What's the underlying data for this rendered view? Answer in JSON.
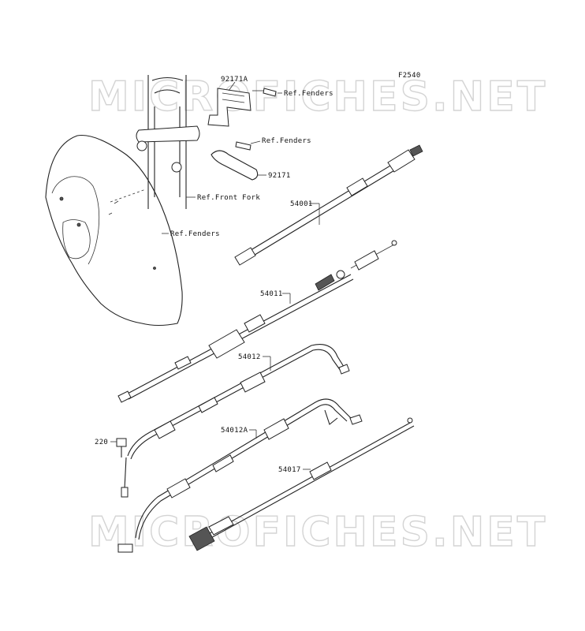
{
  "diagram_code": "F2540",
  "watermark": "MICROFICHES.NET",
  "labels": {
    "p92171A": "92171A",
    "ref_fenders_1": "Ref.Fenders",
    "ref_fenders_2": "Ref.Fenders",
    "p92171": "92171",
    "ref_front_fork": "Ref.Front Fork",
    "ref_fenders_3": "Ref.Fenders",
    "p54001": "54001",
    "p54011": "54011",
    "p54012": "54012",
    "p54012A": "54012A",
    "p220": "220",
    "p54017": "54017"
  }
}
